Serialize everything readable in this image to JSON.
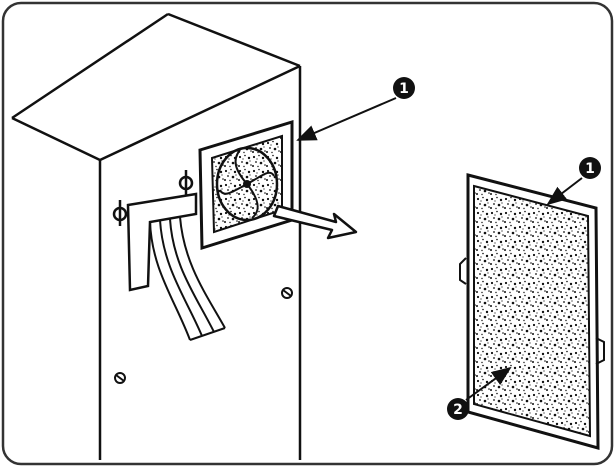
{
  "figure": {
    "callouts": [
      {
        "id": "callout-1-fan",
        "label": "1"
      },
      {
        "id": "callout-1-cover",
        "label": "1"
      },
      {
        "id": "callout-2-filter",
        "label": "2"
      }
    ],
    "colors": {
      "ink": "#111111",
      "paper": "#ffffff",
      "frame": "#333333"
    }
  }
}
